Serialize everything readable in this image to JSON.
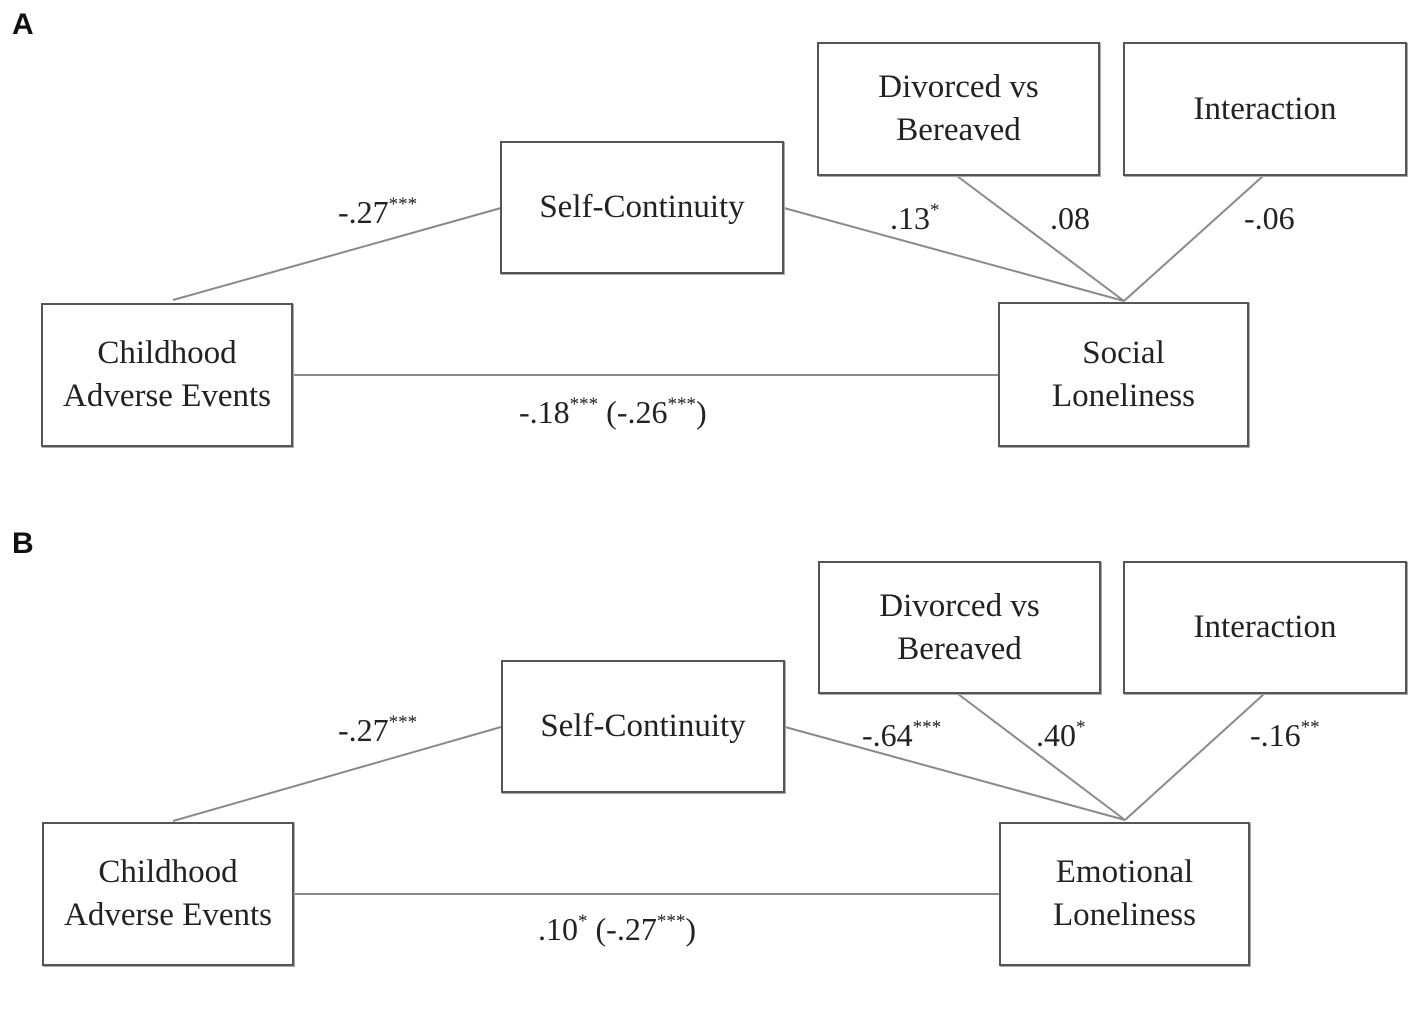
{
  "panels": [
    {
      "letter": "A",
      "nodes": {
        "divorced": {
          "line1": "Divorced vs",
          "line2": "Bereaved"
        },
        "interaction": {
          "line1": "Interaction",
          "line2": ""
        },
        "self_continuity": {
          "line1": "Self-Continuity",
          "line2": ""
        },
        "childhood": {
          "line1": "Childhood",
          "line2": "Adverse Events"
        },
        "outcome": {
          "line1": "Social",
          "line2": "Loneliness"
        }
      },
      "coefficients": {
        "a_path": {
          "value": "-.27",
          "sig": "***"
        },
        "b_path": {
          "value": ".13",
          "sig": "*"
        },
        "divorced_path": {
          "value": ".08",
          "sig": ""
        },
        "interaction_path": {
          "value": "-.06",
          "sig": ""
        },
        "direct_path": {
          "value": "-.18",
          "sig": "***",
          "total_open": " (-.26",
          "total_sig": "***",
          "total_close": ")"
        }
      }
    },
    {
      "letter": "B",
      "nodes": {
        "divorced": {
          "line1": "Divorced vs",
          "line2": "Bereaved"
        },
        "interaction": {
          "line1": "Interaction",
          "line2": ""
        },
        "self_continuity": {
          "line1": "Self-Continuity",
          "line2": ""
        },
        "childhood": {
          "line1": "Childhood",
          "line2": "Adverse Events"
        },
        "outcome": {
          "line1": "Emotional",
          "line2": "Loneliness"
        }
      },
      "coefficients": {
        "a_path": {
          "value": "-.27",
          "sig": "***"
        },
        "b_path": {
          "value": "-.64",
          "sig": "***"
        },
        "divorced_path": {
          "value": ".40",
          "sig": "*"
        },
        "interaction_path": {
          "value": "-.16",
          "sig": "**"
        },
        "direct_path": {
          "value": ".10",
          "sig": "*",
          "total_open": " (-.27",
          "total_sig": "***",
          "total_close": ")"
        }
      }
    }
  ]
}
